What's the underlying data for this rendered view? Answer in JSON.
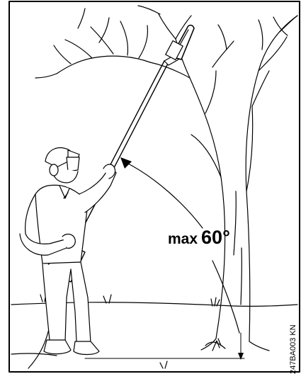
{
  "annotation": {
    "max_word": "max",
    "max_value": "60°"
  },
  "figure_code": "247BA003 KN",
  "colors": {
    "line": "#000000",
    "background": "#ffffff"
  }
}
